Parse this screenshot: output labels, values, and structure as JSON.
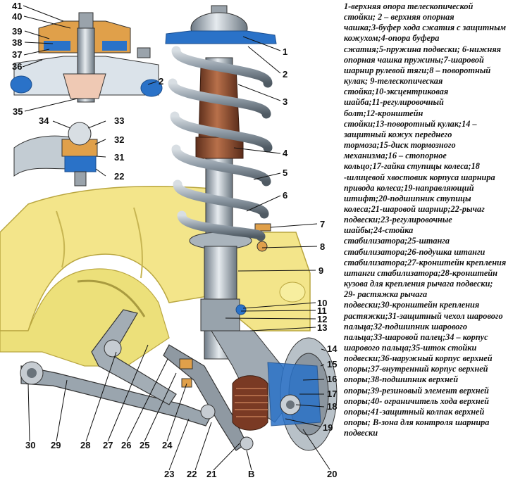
{
  "legend_lines": [
    "1-верхняя опора телескопической",
    "стойки; 2 – верхняя опорная",
    "чашка;3-буфер хода сжатия с защитным",
    "кожухом;4-опора буфера",
    "сжатия;5-пружина подвески; 6-нижняя",
    "опорная чашка пружины;7-шаровой",
    "шарнир рулевой тяги;8 – поворотный",
    "кулак; 9-телескопическая",
    "стойка;10-эксцентриковая",
    "шайба;11-регулировочный",
    "болт;12-кронштейн",
    "стойки;13-поворотный кулак;14 –",
    "защитный кожух переднего",
    "тормоза;15-диск тормозного",
    "механизма;16 – стопорное",
    "кольцо;17-гайка ступицы колеса;18",
    "-шлицевой хвостовик корпуса шарнира",
    "привода колеса;19-направляющий",
    "штифт;20-подшипник ступицы",
    "колеса;21-шаровой шарнир;22-рычаг",
    "подвески;23-регулировочные",
    "шайбы;24-стойка",
    "стабилизатора;25-штанга",
    "стабилизатора;26-подушка штанги",
    "стабилизатора;27-кронштейн крепления",
    "штанги стабилизатора;28-кронштейн",
    "кузова для крепления рычага подвески;",
    "29- растяжка рычага",
    "подвески;30-кронштейн крепления",
    "растяжки;31-защитный чехол шарового",
    "пальца;32-подшипник шарового",
    "пальца;33-шаровой палец;34 – корпус",
    "шарового пальца;35-шток стойки",
    "подвески;36-наружный корпус верхней",
    "опоры;37-внутренний корпус верхней",
    "опоры;38-подшипник верхней",
    "опоры;39-резиновый элемент верхней",
    "опоры;40- ограничитель хода верхней",
    "опоры;41-защитный колпак верхней",
    "опоры; В-зона для контроля шарнира",
    "подвески"
  ],
  "callouts": {
    "c1": "1",
    "c2": "2",
    "c3": "3",
    "c4": "4",
    "c5": "5",
    "c6": "6",
    "c7": "7",
    "c8": "8",
    "c9": "9",
    "c10": "10",
    "c11": "11",
    "c12": "12",
    "c13": "13",
    "c14": "14",
    "c15": "15",
    "c16": "16",
    "c17": "17",
    "c18": "18",
    "c19": "19",
    "c20": "20",
    "c21": "21",
    "c22": "22",
    "c23": "23",
    "c24": "24",
    "c25": "25",
    "c26": "26",
    "c27": "27",
    "c28": "28",
    "c29": "29",
    "c30": "30",
    "c41": "41",
    "c40": "40",
    "c39": "39",
    "c38": "38",
    "c37": "37",
    "c36": "36",
    "c2b": "2",
    "c35": "35",
    "c34": "34",
    "c33": "33",
    "c32": "32",
    "c31": "31",
    "c22b": "22",
    "cB": "B"
  },
  "colors": {
    "body_yellow": "#f3e58a",
    "spring_steel": "#8f9ba6",
    "buffer_brown": "#8a4a2e",
    "accent_blue": "#2a72c8",
    "rubber_orange": "#e0a04a",
    "boot_brown": "#7a3a24"
  }
}
